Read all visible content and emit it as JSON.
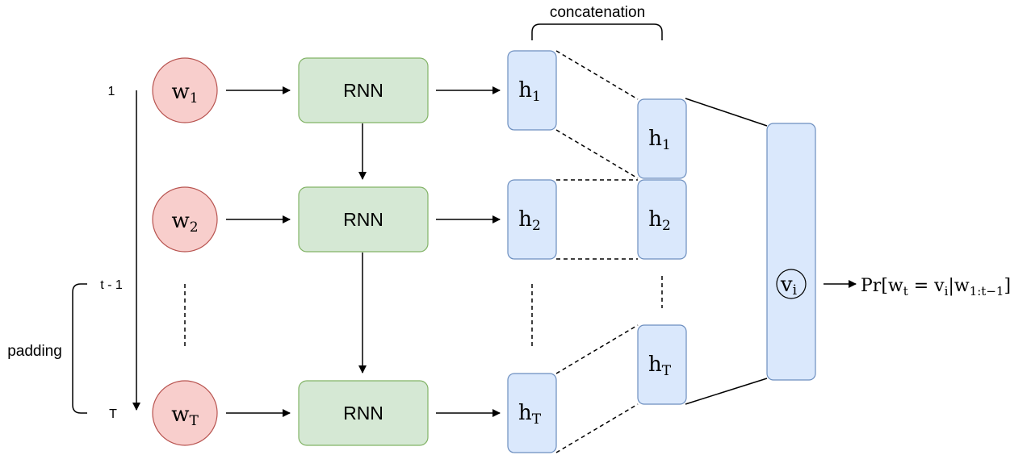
{
  "labels": {
    "concatenation": "concatenation",
    "padding": "padding",
    "step_1": "1",
    "step_t_minus_1": "t - 1",
    "step_T": "T"
  },
  "inputs": [
    {
      "base": "w",
      "sub": "1"
    },
    {
      "base": "w",
      "sub": "2"
    },
    {
      "base": "w",
      "sub": "T"
    }
  ],
  "rnn_cells": [
    {
      "label": "RNN"
    },
    {
      "label": "RNN"
    },
    {
      "label": "RNN"
    }
  ],
  "hidden_states": [
    {
      "base": "h",
      "sub": "1"
    },
    {
      "base": "h",
      "sub": "2"
    },
    {
      "base": "h",
      "sub": "T"
    }
  ],
  "concat_states": [
    {
      "base": "h",
      "sub": "1"
    },
    {
      "base": "h",
      "sub": "2"
    },
    {
      "base": "h",
      "sub": "T"
    }
  ],
  "output_node": {
    "base": "v",
    "sub": "i"
  },
  "probability": {
    "pr": "Pr[w",
    "sub_t": "t",
    "eq": " = v",
    "sub_i": "i",
    "bar": "|w",
    "sub_range": "1:t−1",
    "close": "]"
  },
  "colors": {
    "input_fill": "#f8cecc",
    "input_stroke": "#b85450",
    "rnn_fill": "#d5e8d4",
    "rnn_stroke": "#82b366",
    "state_fill": "#dae8fc",
    "state_stroke": "#6c8ebf"
  }
}
